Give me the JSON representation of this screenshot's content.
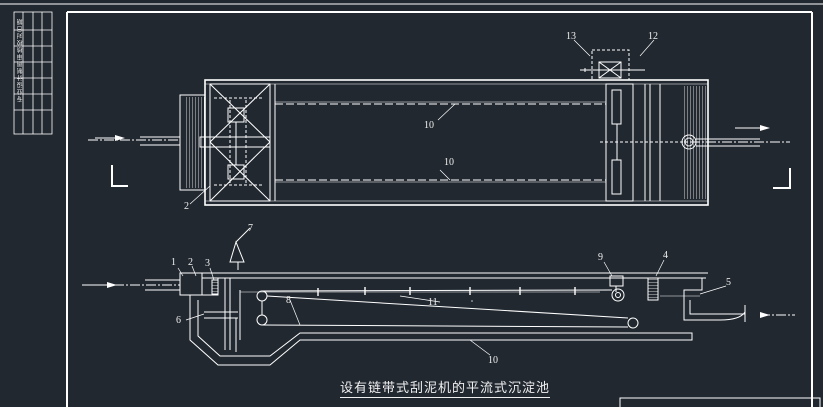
{
  "drawing": {
    "title": "设有链带式刮泥机的平流式沉淀池",
    "side_stamp": "专业设计制图审核校对日期",
    "callouts": {
      "c1": "1",
      "c2": "2",
      "c3": "3",
      "c4": "4",
      "c5": "5",
      "c6": "6",
      "c7": "7",
      "c8": "8",
      "c9": "9",
      "c10": "10",
      "c11": "11",
      "c12": "12",
      "c13": "13"
    }
  },
  "colors": {
    "background": "#212830",
    "line": "#ffffff"
  }
}
